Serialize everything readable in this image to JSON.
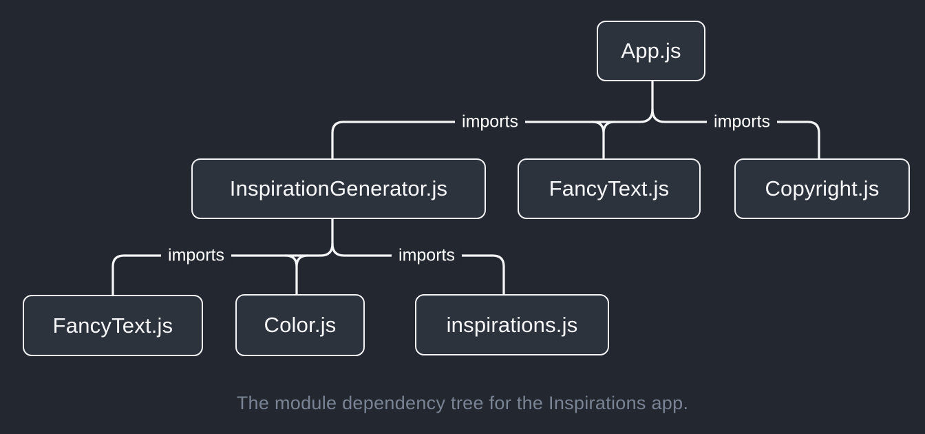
{
  "colors": {
    "background": "#23272f",
    "node_fill": "#2d333d",
    "line": "#f4f5f7",
    "node_text": "#f6f7f9",
    "label_text": "#ffffff",
    "caption_text": "#7a8494"
  },
  "diagram": {
    "caption": "The module dependency tree for the Inspirations app.",
    "nodes": {
      "app": {
        "label": "App.js"
      },
      "inspiration_generator": {
        "label": "InspirationGenerator.js"
      },
      "fancy_text_top": {
        "label": "FancyText.js"
      },
      "copyright": {
        "label": "Copyright.js"
      },
      "fancy_text_bottom": {
        "label": "FancyText.js"
      },
      "color": {
        "label": "Color.js"
      },
      "inspirations": {
        "label": "inspirations.js"
      }
    },
    "edges": [
      {
        "from": "App.js",
        "to": "InspirationGenerator.js",
        "label": "imports"
      },
      {
        "from": "App.js",
        "to": "FancyText.js",
        "label": ""
      },
      {
        "from": "App.js",
        "to": "Copyright.js",
        "label": "imports"
      },
      {
        "from": "InspirationGenerator.js",
        "to": "FancyText.js",
        "label": "imports"
      },
      {
        "from": "InspirationGenerator.js",
        "to": "Color.js",
        "label": ""
      },
      {
        "from": "InspirationGenerator.js",
        "to": "inspirations.js",
        "label": "imports"
      }
    ]
  }
}
